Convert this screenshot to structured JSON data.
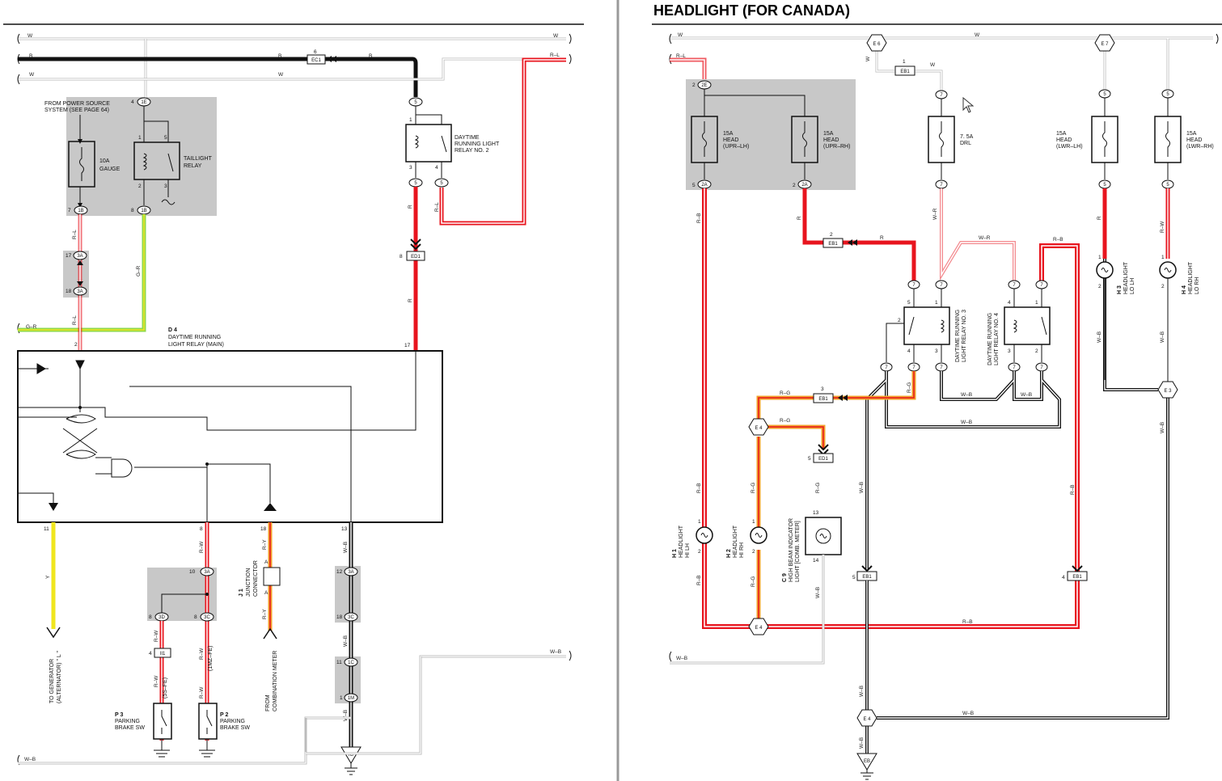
{
  "title": "HEADLIGHT (FOR CANADA)",
  "colors": {
    "background": "#ffffff",
    "shade": "#c8c8c8",
    "wire_black": "#111111",
    "wire_red": "#e8141e",
    "wire_green": "#8fd94c",
    "wire_yellow": "#f0e61e",
    "wire_orange": "#f2a12a",
    "divider": "#9a9a9a"
  },
  "left": {
    "wire_w_top": "W",
    "wire_w_top2": "W",
    "wire_b": "B",
    "wire_b2": "B",
    "wire_b3": "B",
    "wire_w_mid": "W",
    "wire_w_mid2": "W",
    "wire_rl_top": "R–L",
    "ec1_pin": "6",
    "ec1": "EC1",
    "power_note_1": "FROM POWER SOURCE",
    "power_note_2": "SYSTEM (SEE PAGE 64)",
    "gauge_amp": "10A",
    "gauge_name": "GAUGE",
    "taillight_1": "TAILLIGHT",
    "taillight_2": "RELAY",
    "drl2_1": "DAYTIME",
    "drl2_2": "RUNNING LIGHT",
    "drl2_3": "RELAY NO. 2",
    "d4_code": "D 4",
    "d4_1": "DAYTIME RUNNING",
    "d4_2": "LIGHT RELAY (MAIN)",
    "j1_code": "J 1",
    "j1_1": "JUNCTION",
    "j1_2": "CONNECTOR",
    "gen_1": "TO GENERATOR",
    "gen_2": "(ALTERNATOR) \" L \"",
    "comb_1": "FROM",
    "comb_2": "COMBINATION METER",
    "p3_code": "P 3",
    "p3_1": "PARKING",
    "p3_2": "BRAKE SW",
    "p2_code": "P 2",
    "p2_1": "PARKING",
    "p2_2": "BRAKE SW",
    "note_5s": "(5S–FE)",
    "note_1mz": "(1MZ–FE)",
    "ground_ig": "IG",
    "wire_gr": "G–R",
    "wire_gr2": "G–R",
    "wire_rl1": "R–L",
    "wire_rl2": "R–L",
    "wire_rl3": "R–L",
    "wire_r1": "R",
    "wire_r2": "R",
    "wire_y": "Y",
    "wire_rw1": "R–W",
    "wire_rw2": "R–W",
    "wire_rw3": "R–W",
    "wire_rw4": "R–W",
    "wire_rw5": "R–W",
    "wire_ry1": "R–Y",
    "wire_ry2": "R–Y",
    "wire_wb1": "W–B",
    "wire_wb2": "W–B",
    "wire_wb3": "W–B",
    "wire_wb4": "W–B",
    "wire_wb5": "W–B",
    "ed1": "ED1",
    "ii1": "II1",
    "c1e": "1E",
    "c1b": "1B",
    "c3a": "3A",
    "c3d": "3D",
    "c3c": "3C",
    "c1c": "1C",
    "c1m": "1M",
    "c5": "5"
  },
  "right": {
    "wire_w1": "W",
    "wire_w2": "W",
    "wire_w3": "W",
    "wire_w4": "W",
    "wire_rl": "R–L",
    "e6": "E 6",
    "e7": "E 7",
    "e3": "E 3",
    "e4": "E 4",
    "eb": "EB",
    "eb1": "EB1",
    "ed1": "ED1",
    "c2e": "2E",
    "c2a": "2A",
    "c5": "5",
    "c7": "7",
    "fuse_upr_lh": [
      "15A",
      "HEAD",
      "(UPR–LH)"
    ],
    "fuse_upr_rh": [
      "15A",
      "HEAD",
      "(UPR–RH)"
    ],
    "fuse_drl": [
      "7. 5A",
      "DRL"
    ],
    "fuse_lwr_lh": [
      "15A",
      "HEAD",
      "(LWR–LH)"
    ],
    "fuse_lwr_rh": [
      "15A",
      "HEAD",
      "(LWR–RH)"
    ],
    "relay3": [
      "DAYTIME RUNNING",
      "LIGHT RELAY NO. 3"
    ],
    "relay4": [
      "DAYTIME RUNNING",
      "LIGHT RELAY NO. 4"
    ],
    "h1": [
      "H 1",
      "HEADLIGHT",
      "HI LH"
    ],
    "h2": [
      "H 2",
      "HEADLIGHT",
      "HI RH"
    ],
    "h3": [
      "H 3",
      "HEADLIGHT",
      "LO LH"
    ],
    "h4": [
      "H 4",
      "HEADLIGHT",
      "LO RH"
    ],
    "c9": [
      "C 9",
      "HIGH BEAM INDICATOR",
      "LIGHT [COMB. METER]"
    ],
    "wire_r": "R",
    "wire_r2": "R",
    "wire_rb": "R–B",
    "wire_wr": "W–R",
    "wire_rg": "R–G",
    "wire_wb": "W–B",
    "wire_rw": "R–W"
  }
}
